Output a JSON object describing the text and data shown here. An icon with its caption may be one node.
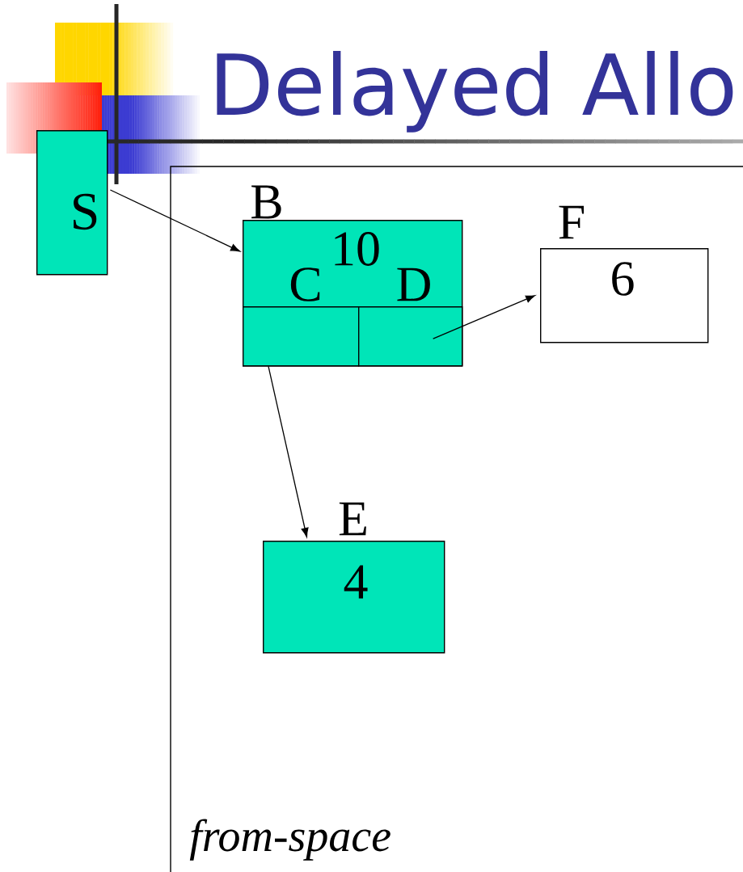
{
  "diagram": {
    "title": "Delayed Allo",
    "nodes": [
      {
        "text": [
          "from-space"
        ]
      },
      {
        "text": [
          "S"
        ]
      },
      {
        "text": [
          "B",
          "10"
        ],
        "in": 0
      },
      {
        "text": [
          "C"
        ],
        "in": 2
      },
      {
        "text": [
          "D"
        ],
        "in": 2
      },
      {
        "text": [
          "F",
          "6"
        ],
        "in": 0
      },
      {
        "text": [
          "E",
          "4"
        ],
        "in": 0
      }
    ],
    "edges": [
      {
        "from": 1,
        "to": 2,
        "arrow": "to"
      },
      {
        "from": 4,
        "to": 5,
        "arrow": "to"
      },
      {
        "from": 3,
        "to": 6,
        "arrow": "to"
      }
    ]
  }
}
